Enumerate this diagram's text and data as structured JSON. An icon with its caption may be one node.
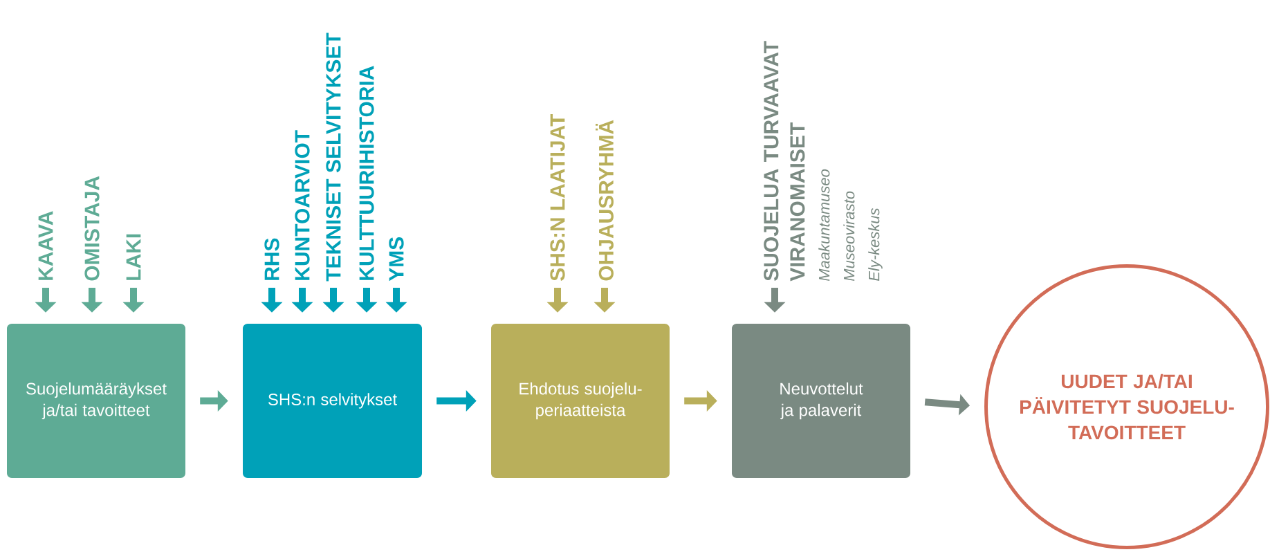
{
  "diagram": {
    "nodes": [
      {
        "text": [
          "Suojelumääräykset ja/tai tavoitteet"
        ]
      },
      {
        "text": [
          "SHS:n selvitykset"
        ]
      },
      {
        "text": [
          "Ehdotus suojelu-periaatteista"
        ]
      },
      {
        "text": [
          "Neuvottelut ja palaverit"
        ]
      },
      {
        "text": [
          "UUDET JA/TAI PÄIVITETYT SUOJELU-TAVOITTEET"
        ]
      },
      {
        "text": [
          "KAAVA"
        ]
      },
      {
        "text": [
          "OMISTAJA"
        ]
      },
      {
        "text": [
          "LAKI"
        ]
      },
      {
        "text": [
          "RHS"
        ]
      },
      {
        "text": [
          "KUNTOARVIOT"
        ]
      },
      {
        "text": [
          "TEKNISET SELVITYKSET"
        ]
      },
      {
        "text": [
          "KULTTUURIHISTORIA"
        ]
      },
      {
        "text": [
          "YMS"
        ]
      },
      {
        "text": [
          "SHS:N LAATIJAT"
        ]
      },
      {
        "text": [
          "OHJAUSRYHMÄ"
        ]
      },
      {
        "text": [
          "SUOJELUA TURVAAVAT VIRANOMAISET",
          "Maakuntamuseo",
          "Museovirasto",
          "Ely-keskus"
        ]
      }
    ],
    "edges": [
      {
        "from": 0,
        "to": 1,
        "arrow": "to",
        "color": "#5eab95"
      },
      {
        "from": 1,
        "to": 2,
        "arrow": "to",
        "color": "#00a1b8"
      },
      {
        "from": 2,
        "to": 3,
        "arrow": "to",
        "color": "#b9af5b"
      },
      {
        "from": 3,
        "to": 4,
        "arrow": "to",
        "color": "#7a8a82"
      },
      {
        "from": 5,
        "to": 0,
        "arrow": "to",
        "color": "#5eab95"
      },
      {
        "from": 6,
        "to": 0,
        "arrow": "to",
        "color": "#5eab95"
      },
      {
        "from": 7,
        "to": 0,
        "arrow": "to",
        "color": "#5eab95"
      },
      {
        "from": 8,
        "to": 1,
        "arrow": "to",
        "color": "#00a1b8"
      },
      {
        "from": 9,
        "to": 1,
        "arrow": "to",
        "color": "#00a1b8"
      },
      {
        "from": 10,
        "to": 1,
        "arrow": "to",
        "color": "#00a1b8"
      },
      {
        "from": 11,
        "to": 1,
        "arrow": "to",
        "color": "#00a1b8"
      },
      {
        "from": 12,
        "to": 1,
        "arrow": "to",
        "color": "#00a1b8"
      },
      {
        "from": 13,
        "to": 2,
        "arrow": "to",
        "color": "#b9af5b"
      },
      {
        "from": 14,
        "to": 2,
        "arrow": "to",
        "color": "#b9af5b"
      },
      {
        "from": 15,
        "to": 3,
        "arrow": "to",
        "color": "#7a8a82"
      }
    ]
  }
}
